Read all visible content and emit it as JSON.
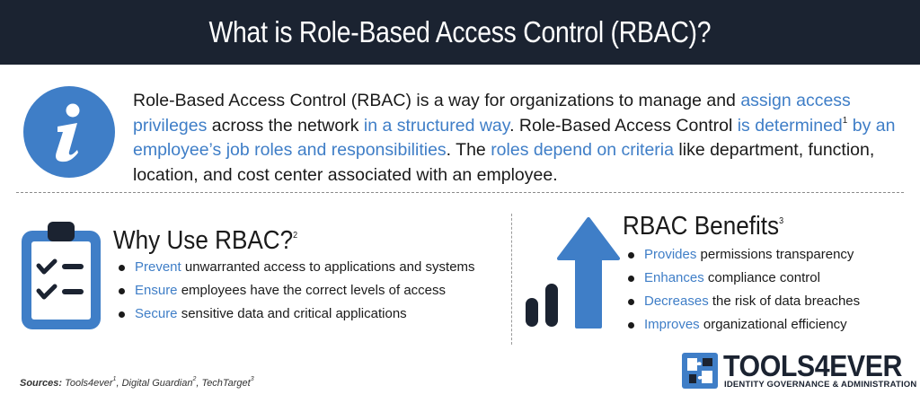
{
  "header": {
    "title": "What is Role-Based Access Control (RBAC)?"
  },
  "colors": {
    "header_bg": "#1b2331",
    "accent_blue": "#3f7ec7",
    "text": "#1a1a1a"
  },
  "intro": {
    "icon": "info-icon",
    "p1": "Role-Based Access Control (RBAC) is a way for organizations to manage and ",
    "hl1": "assign access privileges",
    "p2": " across the network ",
    "hl2": "in a structured way",
    "p3": ". Role-Based Access Control ",
    "hl3": "is determined",
    "sup1": "1",
    "p4": " ",
    "hl4": "by an employee’s job roles and responsibilities",
    "p5": ". The ",
    "hl5": "roles depend on criteria",
    "p6": " like department, function, location, and cost center associated with an employee."
  },
  "why": {
    "icon": "clipboard-checklist-icon",
    "title": "Why Use RBAC?",
    "sup": "2",
    "items": [
      {
        "hl": "Prevent",
        "text": " unwarranted access to applications and systems"
      },
      {
        "hl": "Ensure",
        "text": " employees have the correct levels of access"
      },
      {
        "hl": "Secure",
        "text": " sensitive data and critical applications"
      }
    ]
  },
  "benefits": {
    "icon": "growth-arrow-icon",
    "title": "RBAC Benefits",
    "sup": "3",
    "items": [
      {
        "hl": "Provides",
        "text": " permissions transparency"
      },
      {
        "hl": "Enhances",
        "text": " compliance control"
      },
      {
        "hl": "Decreases",
        "text": " the risk of data breaches"
      },
      {
        "hl": "Improves",
        "text": " organizational efficiency"
      }
    ]
  },
  "sources": {
    "label": "Sources:",
    "s1": "Tools4ever",
    "s1_sup": "1",
    "sep1": ",  ",
    "s2": "Digital Guardian",
    "s2_sup": "2",
    "sep2": ", ",
    "s3": "TechTarget",
    "s3_sup": "3"
  },
  "logo": {
    "icon": "tools4ever-puzzle-logo-icon",
    "name": "TOOLS4EVER",
    "tagline": "IDENTITY GOVERNANCE & ADMINISTRATION"
  }
}
